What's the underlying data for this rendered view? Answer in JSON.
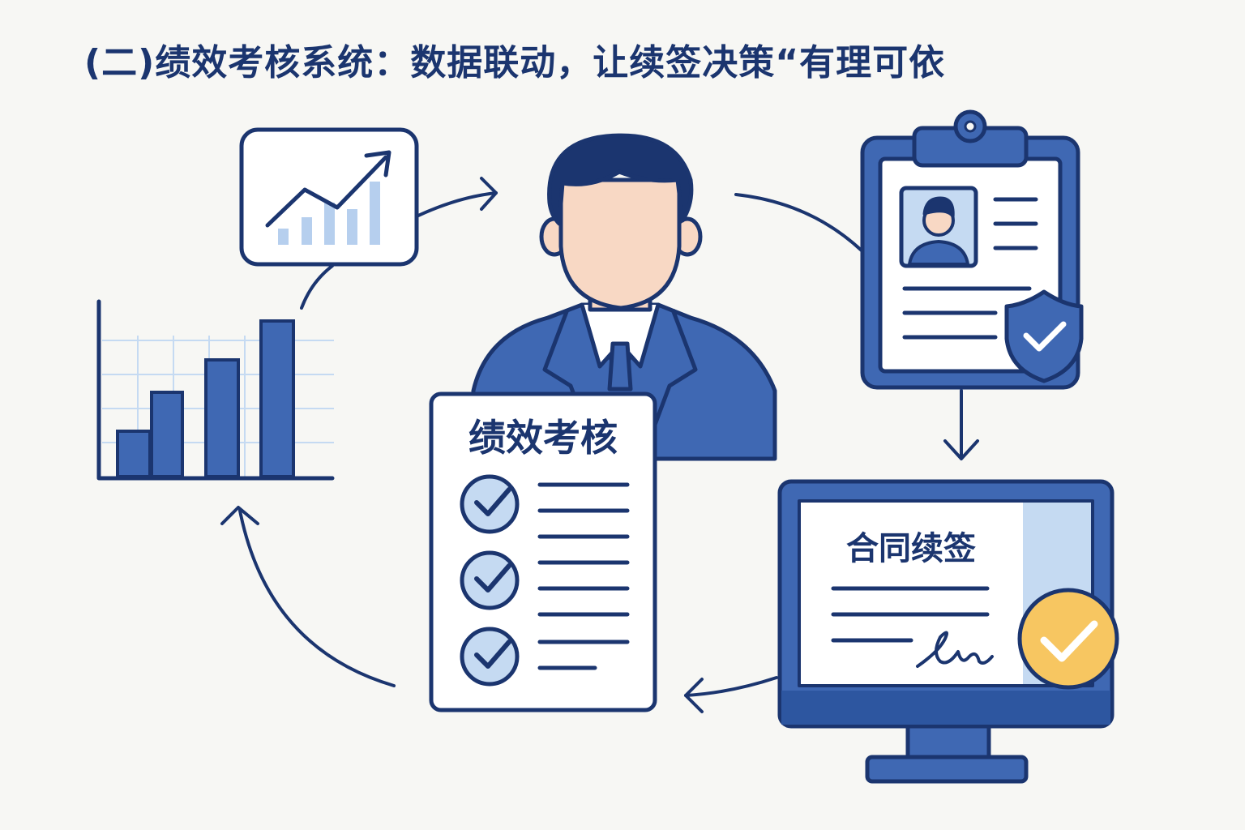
{
  "title": "(二)绩效考核系统：数据联动，让续签决策“有理可依",
  "nodes": {
    "evaluation_sheet": {
      "label": "绩效考核",
      "icon": "checklist-document-icon"
    },
    "renewal_monitor": {
      "label": "合同续签",
      "icon": "contract-monitor-icon"
    },
    "employee": {
      "icon": "employee-avatar-icon"
    },
    "profile_clipboard": {
      "icon": "profile-clipboard-icon"
    },
    "trend_panel": {
      "icon": "trend-chart-icon"
    },
    "bar_chart": {
      "icon": "bar-chart-icon"
    }
  },
  "colors": {
    "navy": "#1b356f",
    "blue": "#3f68b3",
    "light_blue": "#c5daf2",
    "skin": "#f8d8c4",
    "gold": "#f7c661",
    "background": "#f7f7f4"
  }
}
